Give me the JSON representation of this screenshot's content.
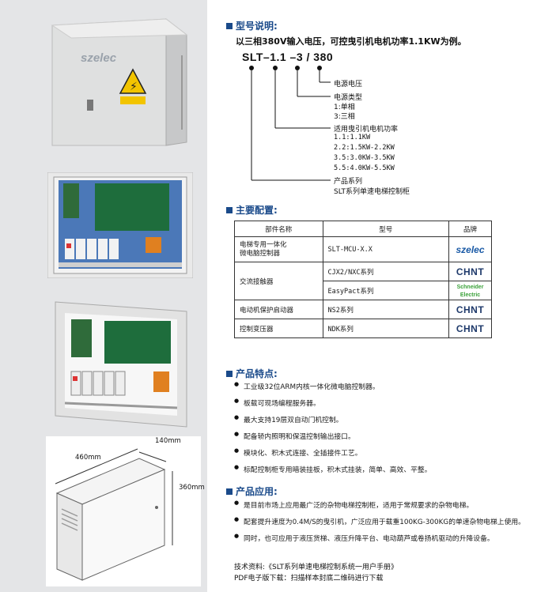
{
  "brand_logo_text": "szelec",
  "dimensions": {
    "depth": "140mm",
    "width": "460mm",
    "height": "360mm"
  },
  "model_section": {
    "title": "型号说明:",
    "lead": "以三相380V输入电压，可控曳引机电机功率1.1KW为例。",
    "model_code": "SLT–1.1 –3 / 380",
    "labels": {
      "voltage": "电源电压",
      "type": "电源类型",
      "type_1": "1:单相",
      "type_3": "3:三相",
      "power": "适用曳引机电机功率",
      "power_values": [
        "1.1:1.1KW",
        "2.2:1.5KW-2.2KW",
        "3.5:3.0KW-3.5KW",
        "5.5:4.0KW-5.5KW"
      ],
      "series": "产品系列",
      "series_desc": "SLT系列单速电梯控制柜"
    }
  },
  "config_section": {
    "title": "主要配置:",
    "headers": [
      "部件名称",
      "型号",
      "品牌"
    ],
    "rows": [
      {
        "part": "电梯专用一体化",
        "part2": "微电脑控制器",
        "model": "SLT-MCU-X.X",
        "brand": "szelec"
      },
      {
        "part": "交流接触器",
        "model": "CJX2/NXC系列",
        "brand": "CHNT"
      },
      {
        "model": "EasyPact系列",
        "brand": "Schneider",
        "brand2": "Electric"
      },
      {
        "part": "电动机保护启动器",
        "model": "NS2系列",
        "brand": "CHNT"
      },
      {
        "part": "控制变压器",
        "model": "NDK系列",
        "brand": "CHNT"
      }
    ]
  },
  "features_section": {
    "title": "产品特点:",
    "items": [
      "工业级32位ARM内核一体化微电脑控制器。",
      "板载可现场编程服务器。",
      "最大支持19层双自动门机控制。",
      "配备轿内照明和保温控制输出接口。",
      "模块化、积木式连接、全插接件工艺。",
      "标配控制柜专用暗装挂板，积木式挂装，简单、高效、平整。"
    ]
  },
  "application_section": {
    "title": "产品应用:",
    "items": [
      "是目前市场上应用最广泛的杂物电梯控制柜，适用于常规要求的杂物电梯。",
      "配套提升速度为0.4M/S的曳引机，广泛应用于载重100KG-300KG的单速杂物电梯上使用。",
      "同时，也可应用于液压货梯、液压升降平台、电动葫芦或卷扬机驱动的升降设备。"
    ]
  },
  "footer": {
    "line1": "技术资料:《SLT系列单速电梯控制系统一用户手册》",
    "line2": "PDF电子版下载：扫描样本封底二维码进行下载"
  }
}
